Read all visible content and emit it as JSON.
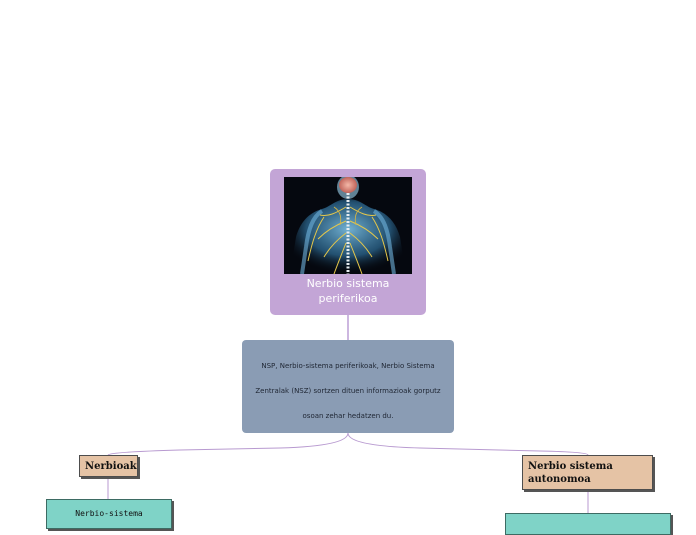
{
  "central": {
    "title": "Nerbio sistema periferikoa",
    "image": "human-nervous-system-illustration",
    "color": "#c3a5d6"
  },
  "description": {
    "text": "NSP, Nerbio-sistema periferikoak, Nerbio Sistema Zentralak (NSZ)  sortzen dituen informazioak gorputz osoan zehar hedatzen du.",
    "color": "#8a9cb4"
  },
  "branches": {
    "left": {
      "label": "Nerbioak",
      "color": "#e5c3a5"
    },
    "right": {
      "label": "Nerbio sistema autonomoa",
      "color": "#e5c3a5"
    }
  },
  "subtopics": {
    "left": {
      "label": "Nerbio-sistema",
      "color": "#7fd3c7"
    },
    "right": {
      "label": "",
      "color": "#7fd3c7"
    }
  },
  "connector_color": "#9b6fc0"
}
